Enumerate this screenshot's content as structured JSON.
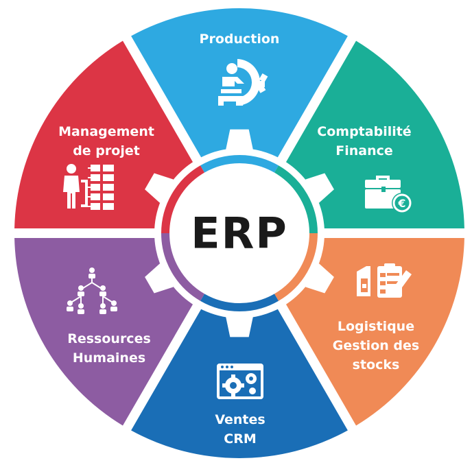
{
  "center": {
    "title": "ERP"
  },
  "segments": [
    {
      "id": "production",
      "lines": [
        "Production"
      ],
      "icon": "engineer-gear-icon",
      "color": "#2ea9e1"
    },
    {
      "id": "finance",
      "lines": [
        "Comptabilité",
        "Finance"
      ],
      "icon": "briefcase-euro-icon",
      "color": "#1aaf97"
    },
    {
      "id": "logistics",
      "lines": [
        "Logistique",
        "Gestion des",
        "stocks"
      ],
      "icon": "warehouse-clipboard-icon",
      "color": "#f08a56"
    },
    {
      "id": "sales",
      "lines": [
        "Ventes",
        "CRM"
      ],
      "icon": "browser-gears-icon",
      "color": "#1a6eb6"
    },
    {
      "id": "hr",
      "lines": [
        "Ressources",
        "Humaines"
      ],
      "icon": "org-chart-people-icon",
      "color": "#8d5ca2"
    },
    {
      "id": "project",
      "lines": [
        "Management",
        "de projet"
      ],
      "icon": "manager-hierarchy-icon",
      "color": "#dc3545"
    }
  ]
}
